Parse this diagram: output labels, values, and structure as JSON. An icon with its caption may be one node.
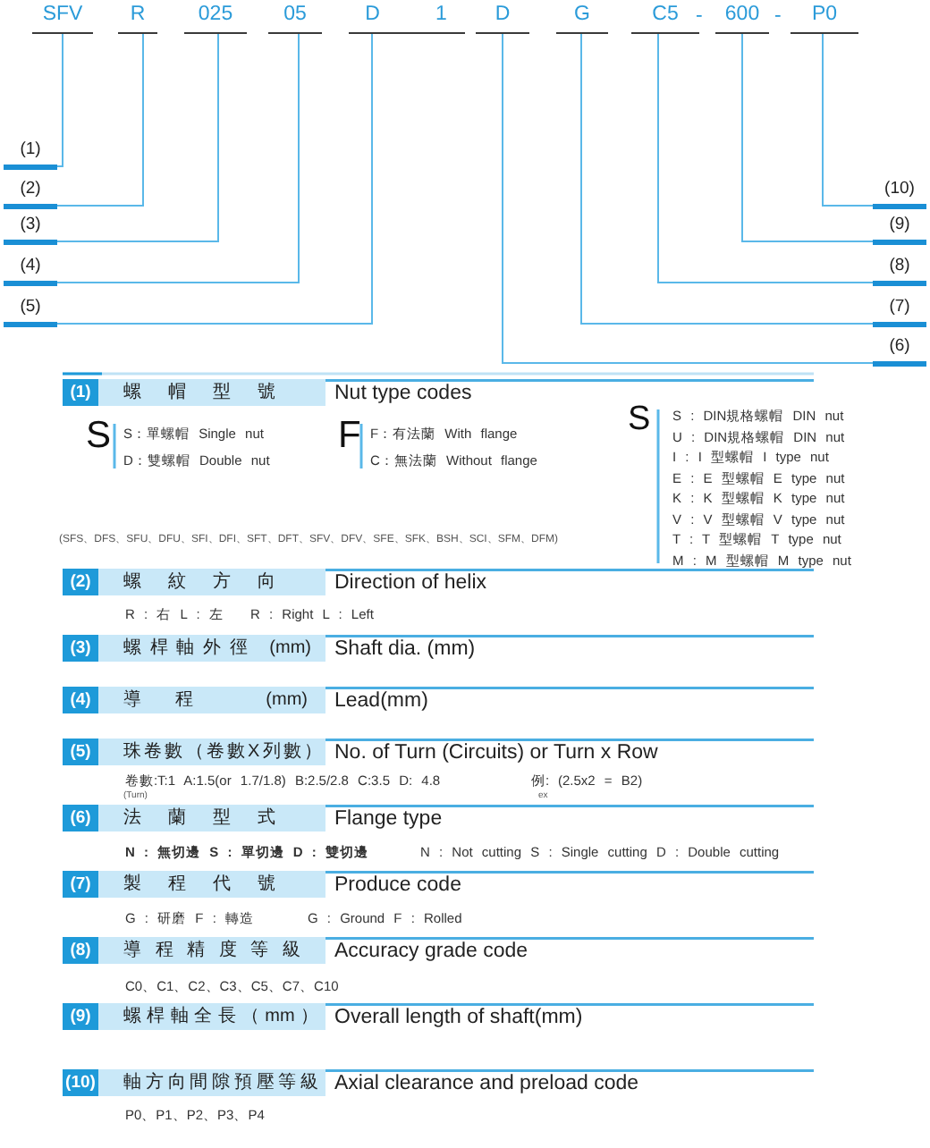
{
  "diagram": {
    "nodes": [
      {
        "text": [
          "SFV"
        ]
      },
      {
        "text": [
          "R"
        ]
      },
      {
        "text": [
          "025"
        ]
      },
      {
        "text": [
          "05"
        ]
      },
      {
        "text": [
          "D",
          "1"
        ]
      },
      {
        "text": [
          "D"
        ]
      },
      {
        "text": [
          "G"
        ]
      },
      {
        "text": [
          "C5"
        ]
      },
      {
        "text": [
          "600"
        ]
      },
      {
        "text": [
          "P0"
        ]
      },
      {
        "text": [
          "(1)"
        ]
      },
      {
        "text": [
          "(2)"
        ]
      },
      {
        "text": [
          "(3)"
        ]
      },
      {
        "text": [
          "(4)"
        ]
      },
      {
        "text": [
          "(5)"
        ]
      },
      {
        "text": [
          "(10)"
        ]
      },
      {
        "text": [
          "(9)"
        ]
      },
      {
        "text": [
          "(8)"
        ]
      },
      {
        "text": [
          "(7)"
        ]
      },
      {
        "text": [
          "(6)"
        ]
      },
      {
        "text": [
          "(1)",
          "螺帽型號",
          "Nut type codes"
        ],
        "beside": [
          "S",
          "S：單螺帽 Single nut",
          "D：雙螺帽 Double nut",
          "F",
          "F：有法蘭 With flange",
          "C：無法蘭 Without flange",
          "S",
          "S : DIN規格螺帽 DIN nut",
          "U : DIN規格螺帽 DIN nut",
          "I : I 型螺帽 I type nut",
          "E : E 型螺帽 E type nut",
          "K : K 型螺帽 K type nut",
          "V : V 型螺帽 V type nut",
          "T : T 型螺帽 T type nut",
          "M : M 型螺帽 M type nut"
        ]
      },
      {
        "text": [
          "(2)",
          "螺紋方向",
          "Direction of helix"
        ],
        "beside": [
          "R : 右 L : 左",
          "R : Right L : Left"
        ]
      },
      {
        "text": [
          "(3)",
          "螺桿軸外徑 (mm)",
          "Shaft dia. (mm)"
        ]
      },
      {
        "text": [
          "(4)",
          "導程 (mm)",
          "Lead(mm)"
        ]
      },
      {
        "text": [
          "(5)",
          "珠卷數（卷數X列數）",
          "No. of Turn (Circuits) or Turn x Row"
        ],
        "beside": [
          "卷數:",
          "T:1 A:1.5(or 1.7/1.8) B:2.5/2.8 C:3.5 D: 4.8",
          "例:",
          "(2.5x2 = B2)",
          "(Turn)",
          "ex"
        ]
      },
      {
        "text": [
          "(6)",
          "法蘭型式",
          "Flange type"
        ],
        "beside": [
          "N : 無切邊 S : 單切邊 D : 雙切邊",
          "N : Not cutting S : Single cutting D : Double cutting"
        ]
      },
      {
        "text": [
          "(7)",
          "製程代號",
          "Produce code"
        ],
        "beside": [
          "G : 研磨 F : 轉造",
          "G : Ground F : Rolled"
        ]
      },
      {
        "text": [
          "(8)",
          "導程精度等級",
          "Accuracy grade code"
        ],
        "beside": [
          "C0、C1、C2、C3、C5、C7、C10"
        ]
      },
      {
        "text": [
          "(9)",
          "螺桿軸全長（mm）",
          "Overall length of shaft(mm)"
        ]
      },
      {
        "text": [
          "(10)",
          "軸方向間隙預壓等級",
          "Axial clearance and preload code"
        ],
        "beside": [
          "P0、P1、P2、P3、P4"
        ]
      }
    ],
    "edges": [
      {
        "from": 0,
        "to": 10,
        "arrow": "none"
      },
      {
        "from": 1,
        "to": 11,
        "arrow": "none"
      },
      {
        "from": 2,
        "to": 12,
        "arrow": "none"
      },
      {
        "from": 3,
        "to": 13,
        "arrow": "none"
      },
      {
        "from": 4,
        "to": 14,
        "arrow": "none"
      },
      {
        "from": 5,
        "to": 19,
        "arrow": "none"
      },
      {
        "from": 6,
        "to": 18,
        "arrow": "none"
      },
      {
        "from": 7,
        "to": 17,
        "arrow": "none"
      },
      {
        "from": 8,
        "to": 16,
        "arrow": "none"
      },
      {
        "from": 9,
        "to": 15,
        "arrow": "none"
      }
    ],
    "labels": [
      "-",
      "-",
      "(SFS、DFS、SFU、DFU、SFI、DFI、SFT、DFT、SFV、DFV、SFE、SFK、BSH、SCI、SFM、DFM)"
    ]
  }
}
